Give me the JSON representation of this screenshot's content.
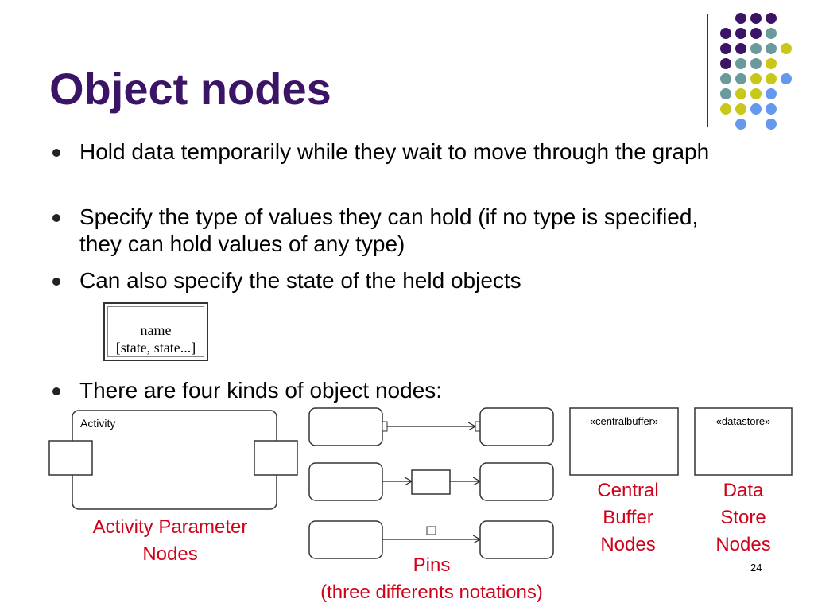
{
  "slide": {
    "title": "Object nodes",
    "bullets": [
      "Hold data temporarily while they wait to move through the graph",
      "Specify the type of values they can hold (if no type is specified, they can hold values of any type)",
      "Can also specify the state of the held objects",
      "There are four kinds of object nodes:"
    ],
    "object_node": {
      "name": "name",
      "state": "[state, state...]"
    },
    "diagrams": {
      "activity_label": "Activity",
      "central_buffer_stereotype": "«centralbuffer»",
      "datastore_stereotype": "«datastore»"
    },
    "captions": {
      "activity_parameter_line1": "Activity Parameter",
      "activity_parameter_line2": "Nodes",
      "pins_line1": "Pins",
      "pins_line2": "(three differents notations)",
      "central_buffer_line1": "Central",
      "central_buffer_line2": "Buffer",
      "central_buffer_line3": "Nodes",
      "data_store_line1": "Data",
      "data_store_line2": "Store",
      "data_store_line3": "Nodes"
    },
    "page_number": "24"
  },
  "colors": {
    "title": "#3b1466",
    "caption": "#d0021b",
    "dots": [
      "#3b1466",
      "#6b9a9b",
      "#c8c81a",
      "#6699ee"
    ]
  },
  "icons": [
    "decorative-dot-grid-icon",
    "bullet-dot-icon",
    "arrow-icon"
  ]
}
